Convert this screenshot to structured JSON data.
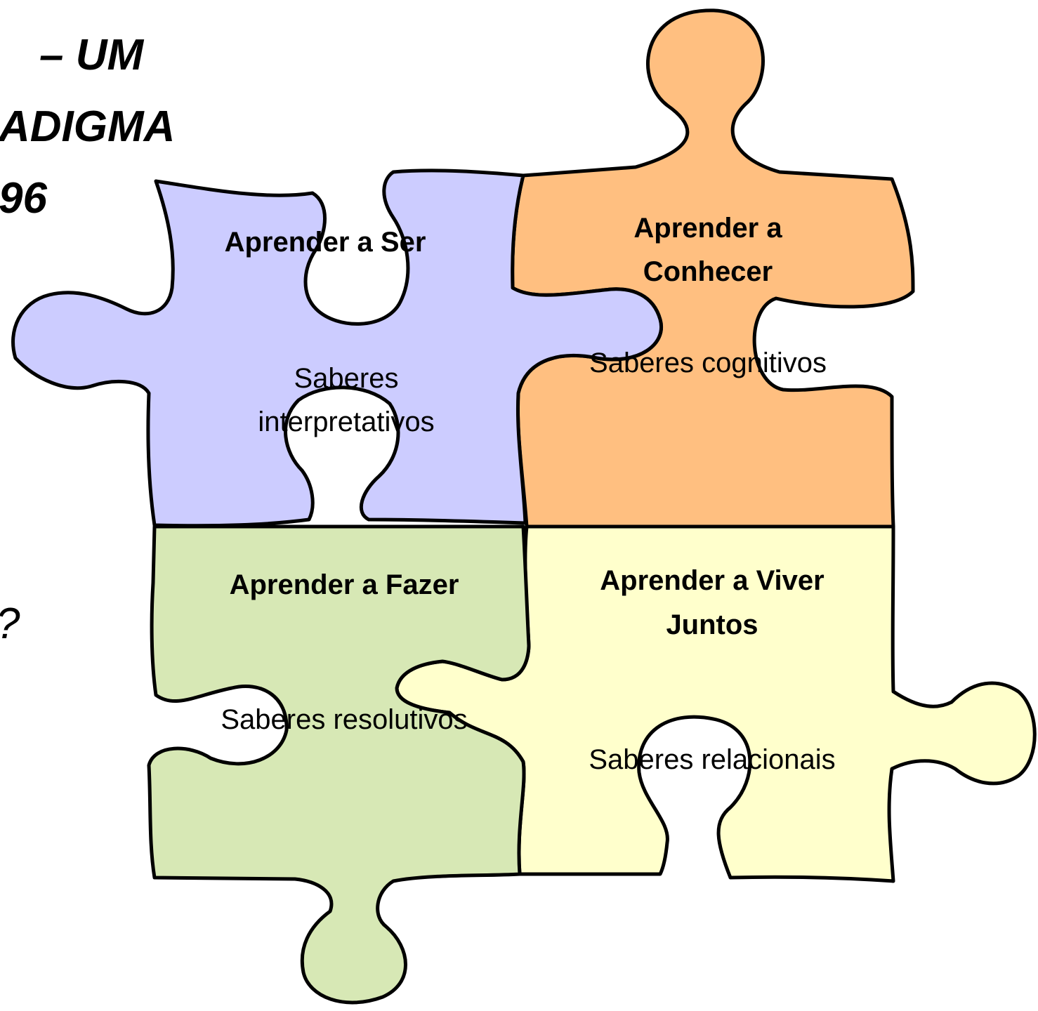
{
  "title": {
    "line1": "– UM",
    "line2": "ADIGMA",
    "line3": "96",
    "fragment": "?"
  },
  "pieces": {
    "ser": {
      "title": "Aprender a Ser",
      "subtitle_1": "Saberes",
      "subtitle_2": "interpretativos",
      "color": "#CCCCFF"
    },
    "conhecer": {
      "title_1": "Aprender a",
      "title_2": "Conhecer",
      "subtitle": "Saberes cognitivos",
      "color": "#FFBF80"
    },
    "fazer": {
      "title": "Aprender a Fazer",
      "subtitle": "Saberes resolutivos",
      "color": "#D7E8B5"
    },
    "viver": {
      "title_1": "Aprender a Viver",
      "title_2": "Juntos",
      "subtitle": "Saberes relacionais",
      "color": "#FFFFCC"
    }
  }
}
